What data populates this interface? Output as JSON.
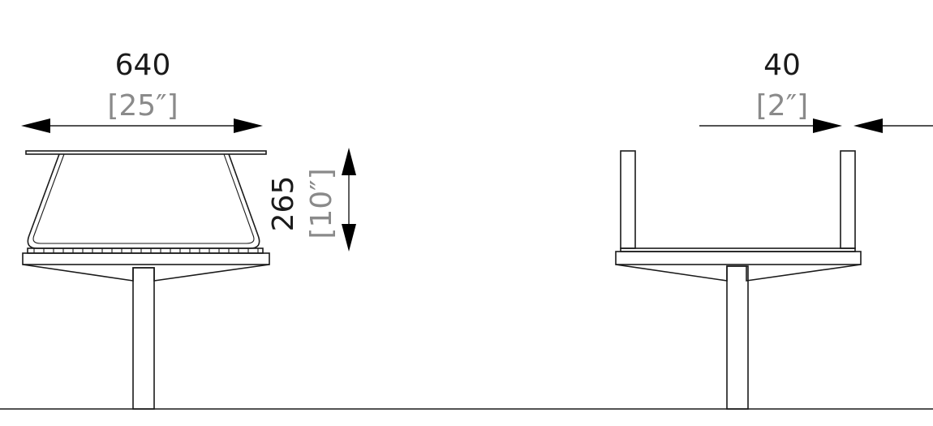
{
  "dimensions": {
    "width": {
      "metric": "640",
      "imperial": "[25″]"
    },
    "depth": {
      "metric": "40",
      "imperial": "[2″]"
    },
    "height": {
      "metric": "265",
      "imperial": "[10″]"
    }
  },
  "colors": {
    "line": "#1a1a1a",
    "arrow": "#000000",
    "imperial_text": "#8a8a8a",
    "background": "#ffffff"
  }
}
